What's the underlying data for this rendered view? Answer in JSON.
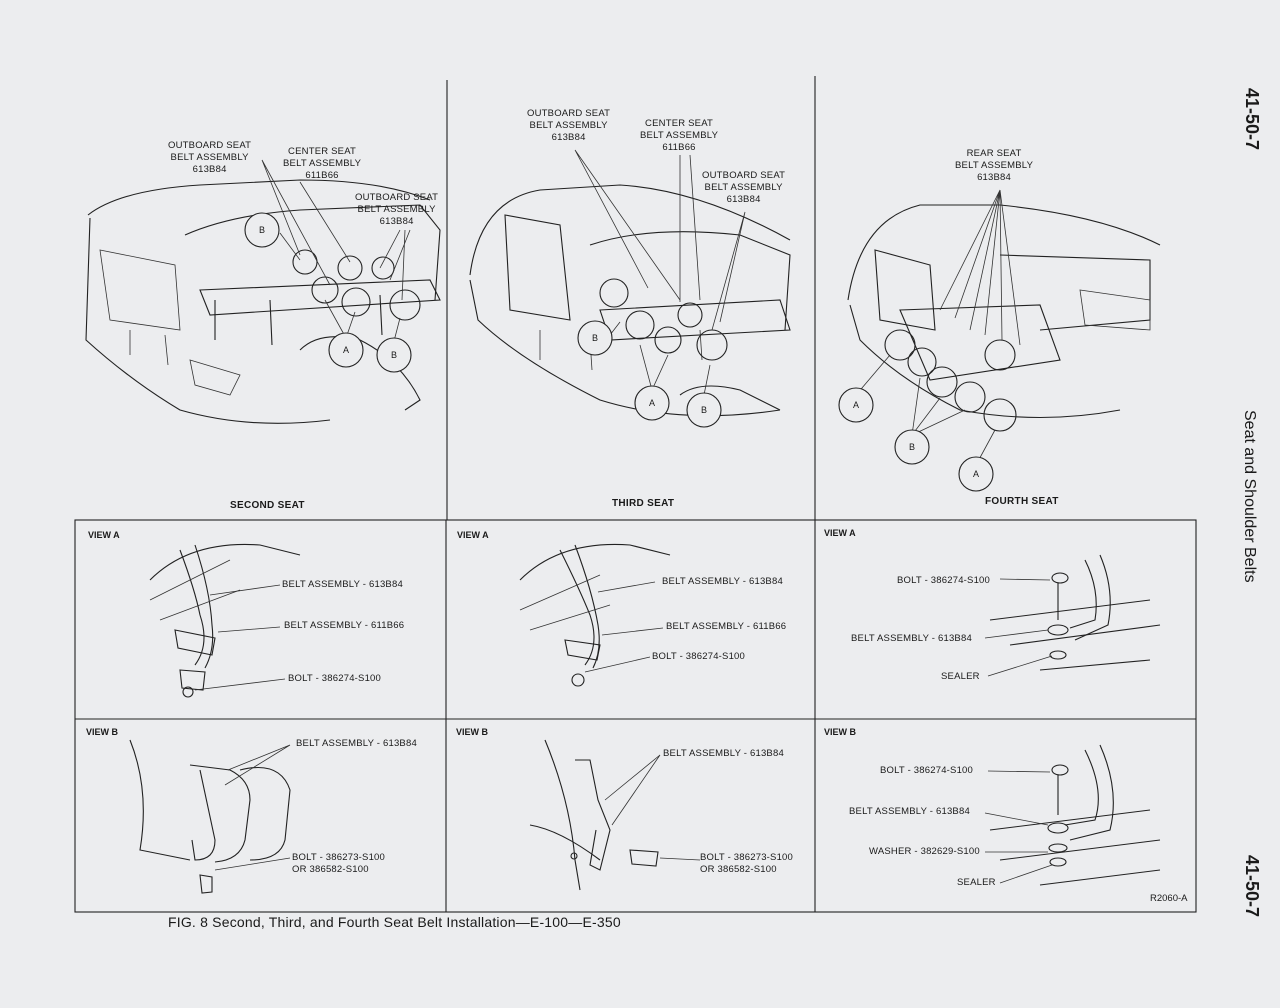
{
  "header": {
    "page_number_top": "41-50-7",
    "page_number_bottom": "41-50-7",
    "section_title": "Seat and Shoulder Belts"
  },
  "diagrams": {
    "second_seat": {
      "title": "SECOND SEAT",
      "outboard_left": "OUTBOARD SEAT\nBELT ASSEMBLY\n613B84",
      "center": "CENTER SEAT\nBELT ASSEMBLY\n611B66",
      "outboard_right": "OUTBOARD SEAT\nBELT ASSEMBLY\n613B84",
      "callout_b_top": "B",
      "callout_a": "A",
      "callout_b": "B"
    },
    "third_seat": {
      "title": "THIRD SEAT",
      "outboard_left": "OUTBOARD SEAT\nBELT ASSEMBLY\n613B84",
      "center": "CENTER SEAT\nBELT ASSEMBLY\n611B66",
      "outboard_right": "OUTBOARD SEAT\nBELT ASSEMBLY\n613B84",
      "callout_b_left": "B",
      "callout_a": "A",
      "callout_b": "B"
    },
    "fourth_seat": {
      "title": "FOURTH SEAT",
      "rear": "REAR SEAT\nBELT ASSEMBLY\n613B84",
      "callout_a_left": "A",
      "callout_b": "B",
      "callout_a_bottom": "A"
    }
  },
  "views": {
    "second_a": {
      "title": "VIEW A",
      "l1": "BELT ASSEMBLY - 613B84",
      "l2": "BELT ASSEMBLY - 611B66",
      "l3": "BOLT - 386274-S100"
    },
    "third_a": {
      "title": "VIEW A",
      "l1": "BELT ASSEMBLY - 613B84",
      "l2": "BELT ASSEMBLY - 611B66",
      "l3": "BOLT - 386274-S100"
    },
    "fourth_a": {
      "title": "VIEW A",
      "l1": "BOLT - 386274-S100",
      "l2": "BELT ASSEMBLY - 613B84",
      "l3": "SEALER"
    },
    "second_b": {
      "title": "VIEW B",
      "l1": "BELT ASSEMBLY - 613B84",
      "l2": "BOLT - 386273-S100\nOR 386582-S100"
    },
    "third_b": {
      "title": "VIEW B",
      "l1": "BELT ASSEMBLY - 613B84",
      "l2": "BOLT - 386273-S100\nOR 386582-S100"
    },
    "fourth_b": {
      "title": "VIEW B",
      "l1": "BOLT - 386274-S100",
      "l2": "BELT ASSEMBLY - 613B84",
      "l3": "WASHER - 382629-S100",
      "l4": "SEALER"
    }
  },
  "figure": {
    "caption": "FIG. 8 Second, Third, and Fourth Seat Belt Installation—E-100—E-350",
    "code": "R2060-A"
  }
}
